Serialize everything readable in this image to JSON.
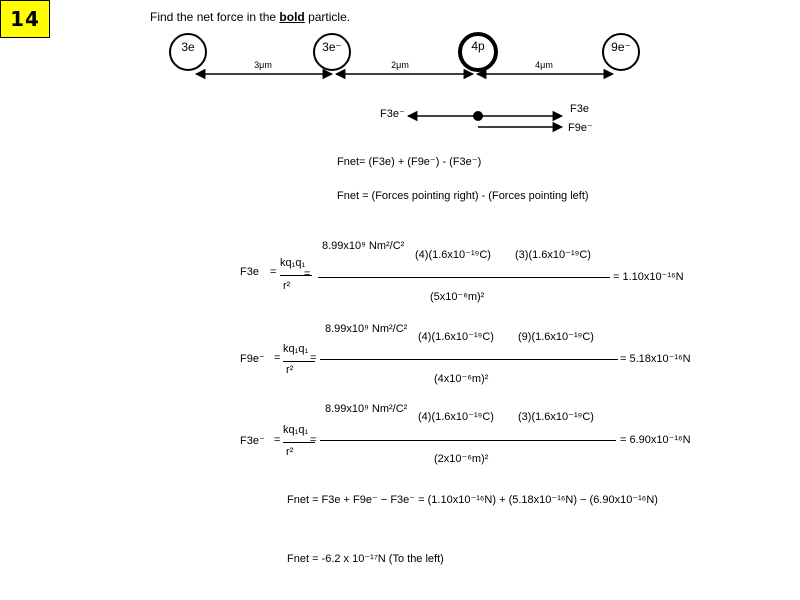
{
  "badge": "14",
  "prompt": {
    "pre": "Find the net force in the ",
    "bold": "bold",
    "post": " particle."
  },
  "particles": [
    {
      "label": "3e"
    },
    {
      "label": "3e⁻"
    },
    {
      "label": "4p"
    },
    {
      "label": "9e⁻"
    }
  ],
  "distances": [
    "3μm",
    "2μm",
    "4μm"
  ],
  "fbd": {
    "left": "F3e⁻",
    "right1": "F3e",
    "right2": "F9e⁻"
  },
  "eq1": "Fnet= (F3e) + (F9e⁻)  - (F3e⁻)",
  "eq2": "Fnet = (Forces pointing right) - (Forces pointing left)",
  "calc": [
    {
      "lhs": "F3e",
      "coulomb": "8.99x10⁹ Nm²/C²",
      "q1": "(4)(1.6x10⁻¹⁹C)",
      "q2": "(3)(1.6x10⁻¹⁹C)",
      "r": "(5x10⁻⁶m)²",
      "result": "= 1.10x10⁻¹⁶N"
    },
    {
      "lhs": "F9e⁻",
      "coulomb": "8.99x10⁹ Nm²/C²",
      "q1": "(4)(1.6x10⁻¹⁹C)",
      "q2": "(9)(1.6x10⁻¹⁹C)",
      "r": "(4x10⁻⁶m)²",
      "result": "= 5.18x10⁻¹⁶N"
    },
    {
      "lhs": "F3e⁻",
      "coulomb": "8.99x10⁹ Nm²/C²",
      "q1": "(4)(1.6x10⁻¹⁹C)",
      "q2": "(3)(1.6x10⁻¹⁹C)",
      "r": "(2x10⁻⁶m)²",
      "result": "= 6.90x10⁻¹⁶N"
    }
  ],
  "kq": "kq₁q₁",
  "r2": "r²",
  "sum_line": "Fnet = F3e + F9e⁻ − F3e⁻ = (1.10x10⁻¹⁶N) + (5.18x10⁻¹⁶N) − (6.90x10⁻¹⁶N)",
  "final": "Fnet = -6.2 x 10⁻¹⁷N (To the left)"
}
